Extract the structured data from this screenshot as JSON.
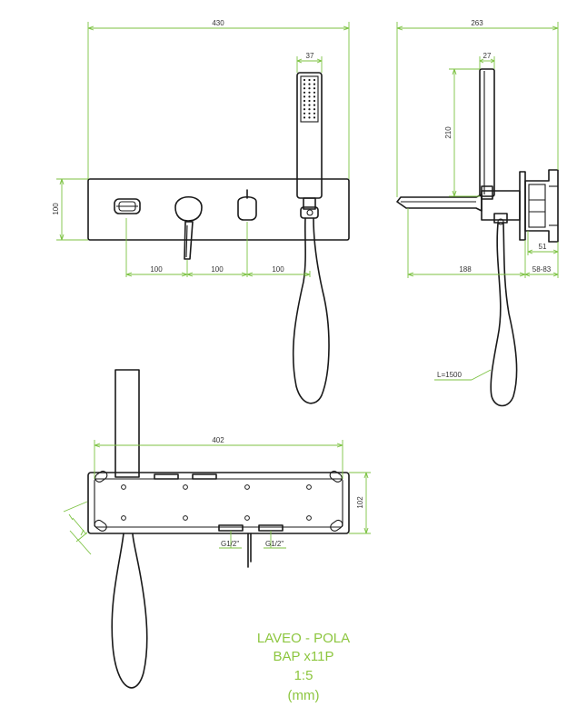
{
  "dimensions": {
    "front_width": "430",
    "front_height": "100",
    "front_spacing_1": "100",
    "front_spacing_2": "100",
    "front_spacing_3": "100",
    "handshower_width": "37",
    "side_depth": "263",
    "side_handshower_depth": "27",
    "side_handshower_height": "210",
    "side_spout": "188",
    "side_wall_range": "58-83",
    "side_box": "51",
    "hose_length": "L=1500",
    "top_width": "402",
    "top_height": "102",
    "connection_left": "G1/2\"",
    "connection_right": "G1/2\""
  },
  "title_block": {
    "line1": "LAVEO - POLA",
    "line2": "BAP x11P",
    "line3": "1:5",
    "line4": "(mm)"
  },
  "colors": {
    "dimension": "#7cc242",
    "outline": "#1a1a1a",
    "title": "#8dc63f"
  }
}
